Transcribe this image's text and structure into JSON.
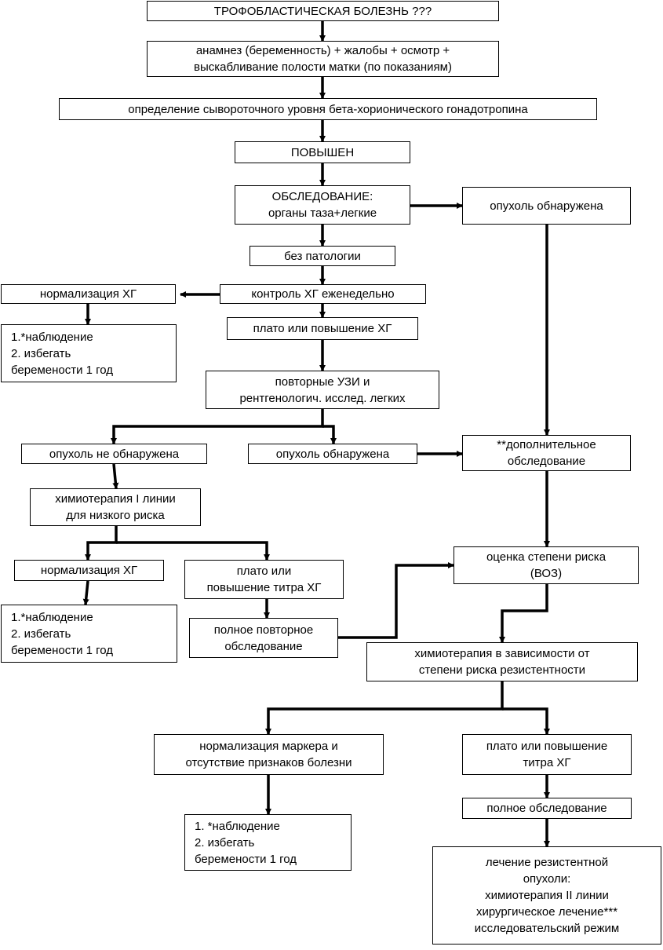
{
  "nodes": {
    "n1": "ТРОФОБЛАСТИЧЕСКАЯ БОЛЕЗНЬ ???",
    "n2": "анамнез (беременность) + жалобы + осмотр +\nвыскабливание полости матки (по показаниям)",
    "n3": "определение сывороточного уровня бета-хорионического гонадотропина",
    "n4": "ПОВЫШЕН",
    "n5": "ОБСЛЕДОВАНИЕ:\nорганы таза+легкие",
    "n6": "опухоль обнаружена",
    "n7": "без патологии",
    "n8": "контроль ХГ еженедельно",
    "n9": "нормализация ХГ",
    "n10": "1.*наблюдение\n2. избегать\nберемености 1 год",
    "n11": "плато или повышение ХГ",
    "n12": "повторные УЗИ и\nрентгенологич. исслед. легких",
    "n13": "опухоль не обнаружена",
    "n14": "опухоль обнаружена",
    "n15": "**дополнительное\nобследование",
    "n16": "химиотерапия I линии\nдля низкого риска",
    "n17": "нормализация ХГ",
    "n18": "плато или\nповышение титра ХГ",
    "n19": "оценка степени риска\n(ВОЗ)",
    "n20": "1.*наблюдение\n2. избегать\nберемености 1 год",
    "n21": "полное повторное\nобследование",
    "n22": "химиотерапия в зависимости от\nстепени риска  резистентности",
    "n23": "нормализация маркера и\nотсутствие признаков болезни",
    "n24": "плато или повышение\nтитра ХГ",
    "n25": "полное обследование",
    "n26": "1. *наблюдение\n2. избегать\nберемености 1 год",
    "n27": "лечение резистентной\nопухоли:\nхимиотерапия II линии\nхирургическое лечение***\nисследовательский режим"
  }
}
